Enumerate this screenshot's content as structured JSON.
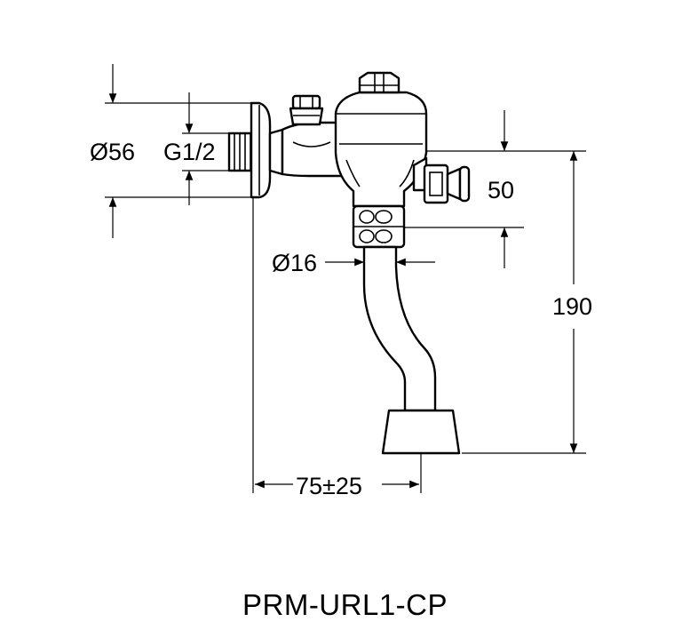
{
  "dimensions": {
    "flange_diameter": "Ø56",
    "thread": "G1/2",
    "pipe_diameter": "Ø16",
    "height_offset": "50",
    "total_height": "190",
    "horizontal_offset": "75±25"
  },
  "model": "PRM-URL1-CP"
}
